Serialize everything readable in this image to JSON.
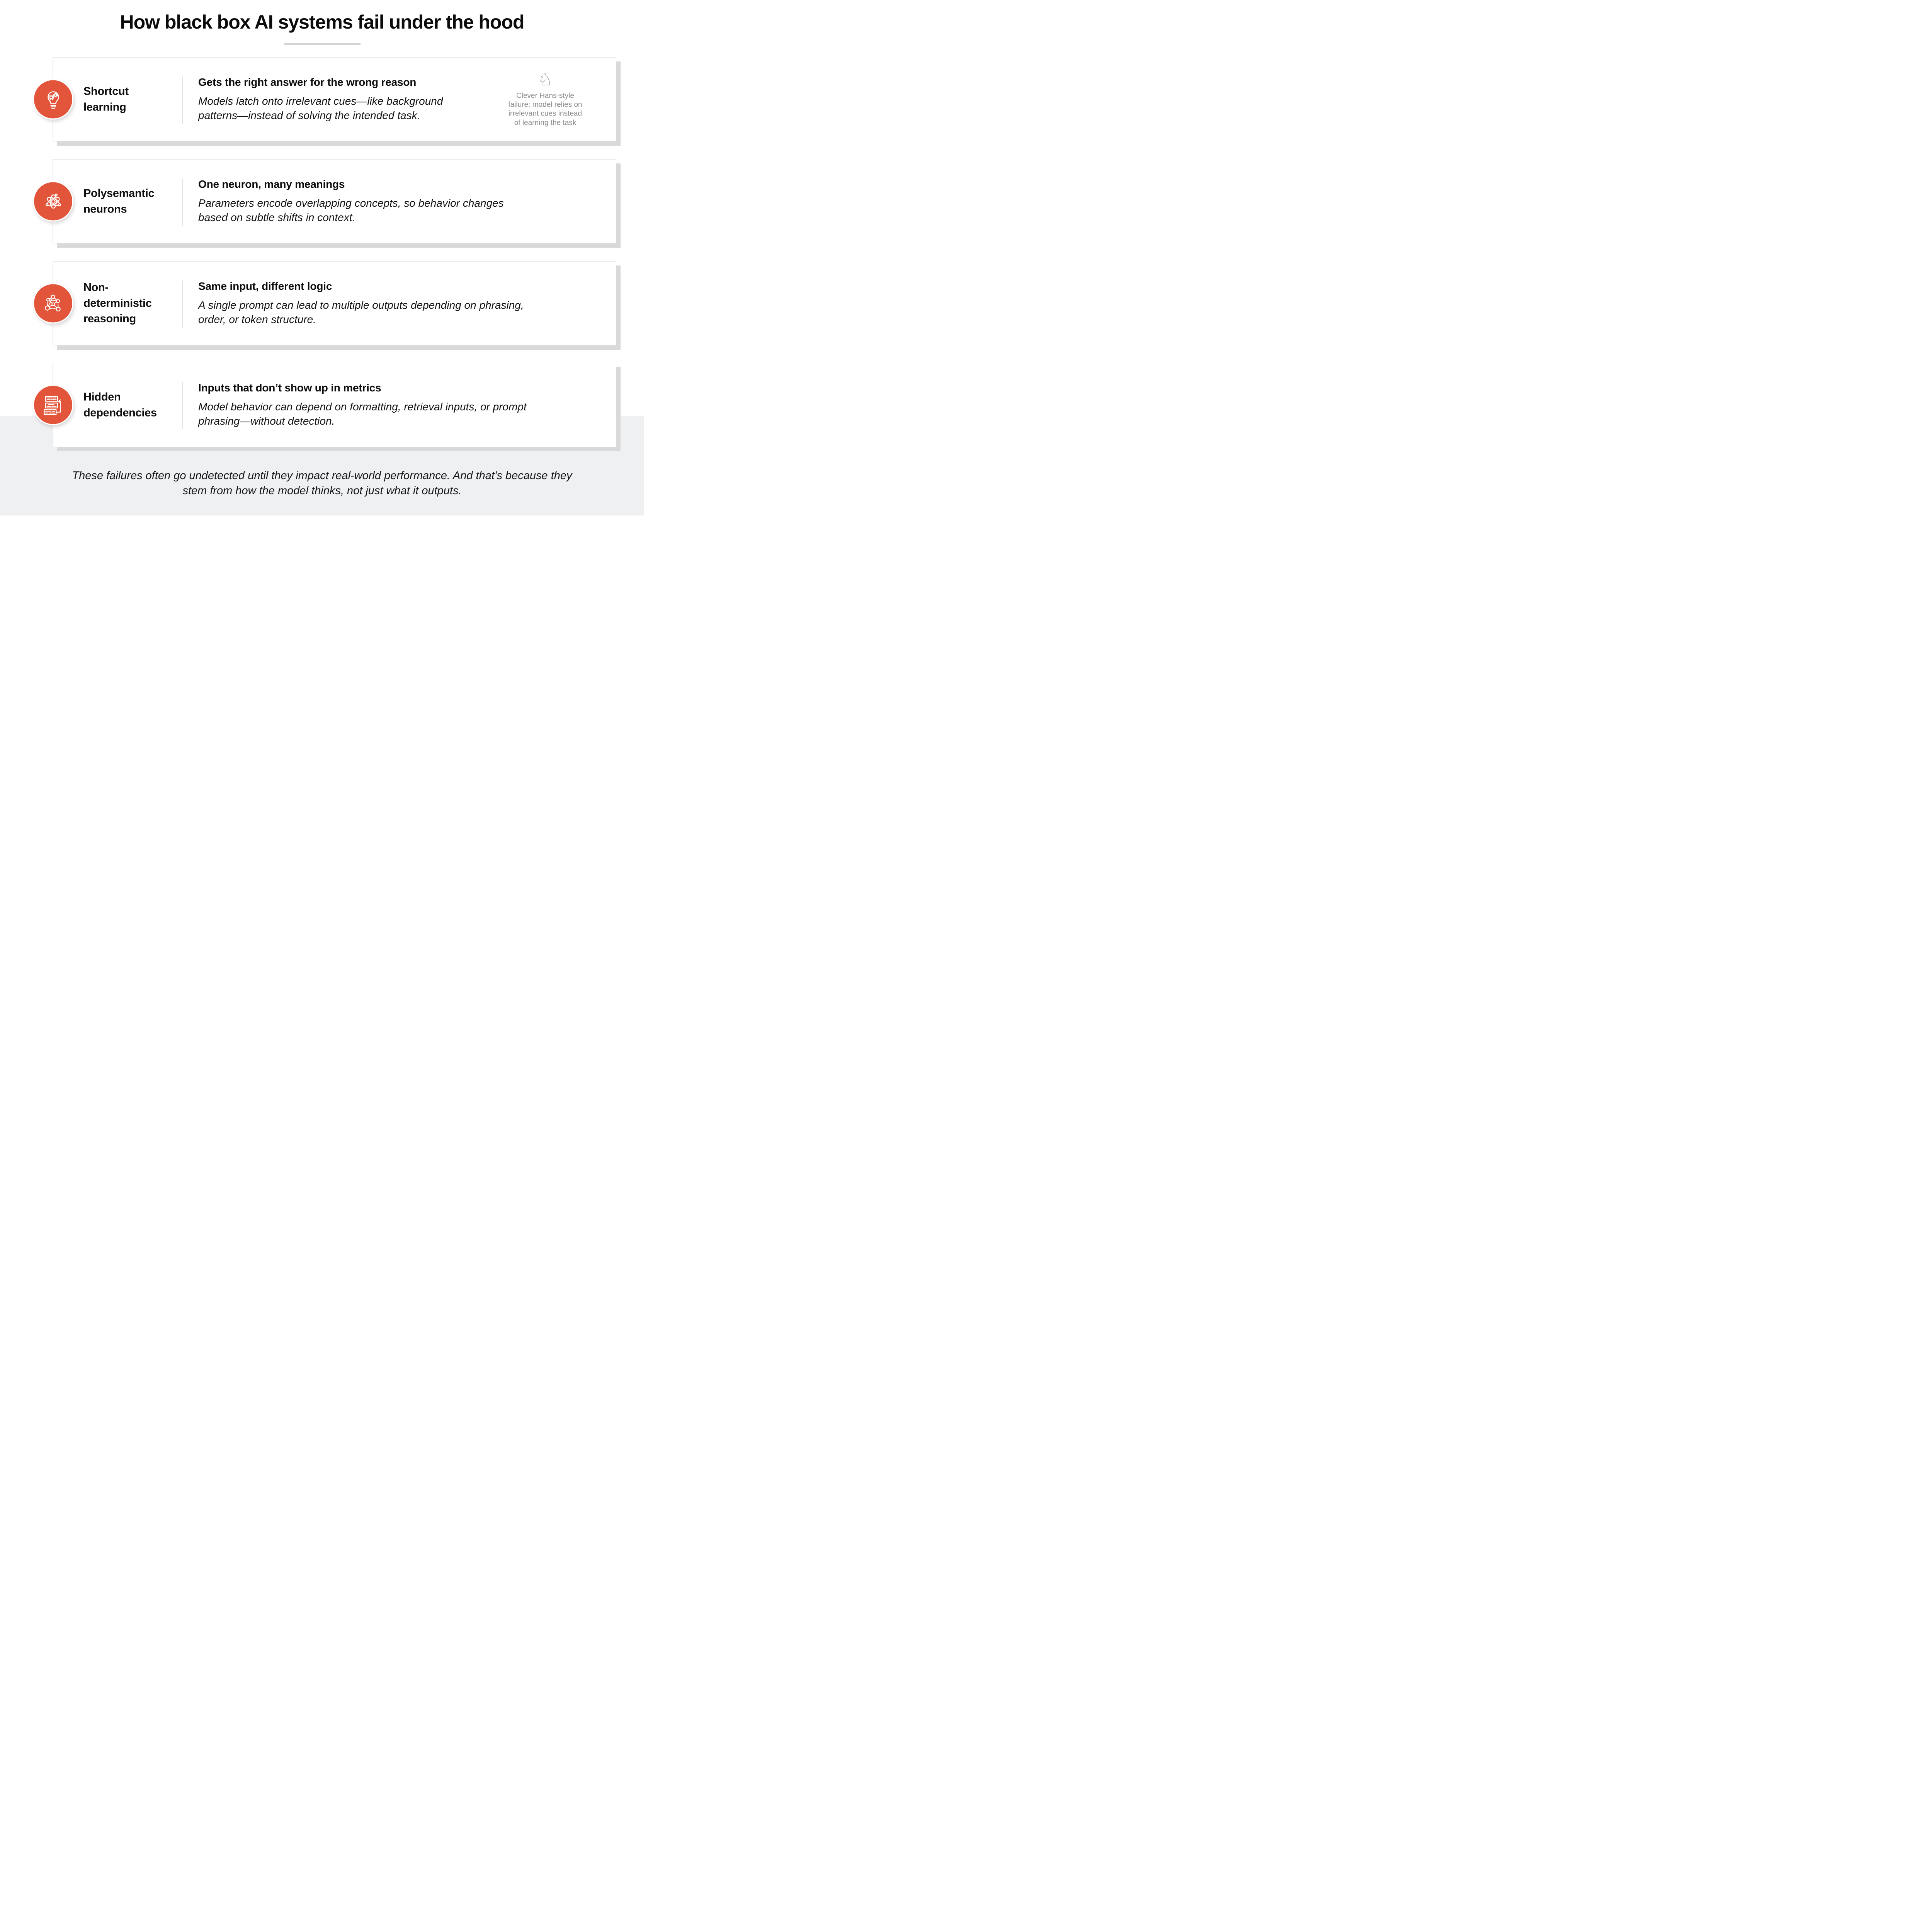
{
  "title": "How black box AI systems fail under the hood",
  "colors": {
    "accent": "#e2553a",
    "background_band": "#eef0f2",
    "card_shadow": "#d9d9d9",
    "caption_gray": "#8c8c8c"
  },
  "rows": [
    {
      "id": "shortcut-learning",
      "icon": "lightbulb-gears-icon",
      "label": "Shortcut\nlearning",
      "heading": "Gets the right answer for the wrong reason",
      "description": "Models latch onto irrelevant cues—like background\npatterns—instead of solving the intended task.",
      "aside": {
        "icon": "chess-knight-icon",
        "glyph": "♘",
        "caption": "Clever Hans-style\nfailure: model relies on\nirrelevant cues instead\nof learning the task"
      }
    },
    {
      "id": "polysemantic-neurons",
      "icon": "atom-icon",
      "label": "Polysemantic\nneurons",
      "heading": "One neuron, many meanings",
      "description": "Parameters encode overlapping concepts, so behavior changes\nbased on subtle shifts in context."
    },
    {
      "id": "non-deterministic-reasoning",
      "icon": "network-graph-icon",
      "label": "Non-\ndeterministic\nreasoning",
      "heading": "Same input, different logic",
      "description": "A single prompt can lead to multiple outputs depending on phrasing,\norder, or token structure."
    },
    {
      "id": "hidden-dependencies",
      "icon": "documents-arrow-icon",
      "label": "Hidden\ndependencies",
      "heading": "Inputs that don’t show up in metrics",
      "description": "Model behavior can depend on formatting, retrieval inputs, or prompt\nphrasing—without detection."
    }
  ],
  "footer": "These failures often go undetected until they impact real-world performance. And that's because they\nstem from how the model thinks, not just what it outputs."
}
